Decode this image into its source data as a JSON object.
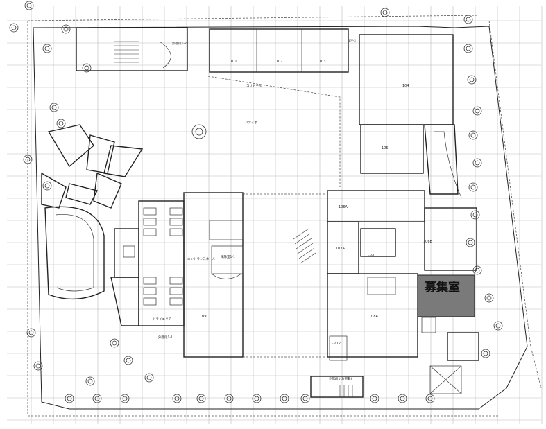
{
  "plan": {
    "recruiting_label": "募集室",
    "units": [
      {
        "id": "u101",
        "label": "101"
      },
      {
        "id": "u102",
        "label": "102"
      },
      {
        "id": "u103",
        "label": "103"
      },
      {
        "id": "u104",
        "label": "104"
      },
      {
        "id": "u105",
        "label": "105"
      },
      {
        "id": "u106a",
        "label": "106A"
      },
      {
        "id": "u106b",
        "label": "106B"
      },
      {
        "id": "u107a",
        "label": "107A"
      },
      {
        "id": "u108a",
        "label": "108A"
      },
      {
        "id": "u109",
        "label": "109"
      }
    ],
    "areas": {
      "entrance_hall": "エントランスホール",
      "foyer": "風除室1-1",
      "corridor": "コリドール",
      "plaza": "パティオ",
      "dry_area": "ドライエリア"
    },
    "stairs": {
      "s1": "外階段1-1",
      "s2": "外階段1-2",
      "s3": "外階段1-3(避難)"
    },
    "ev": {
      "ev1": "EV-1",
      "ev2": "EV-2",
      "ev3": "EV-17"
    },
    "colors": {
      "recruiting_fill": "#7a7a7a",
      "line": "#222222"
    }
  }
}
